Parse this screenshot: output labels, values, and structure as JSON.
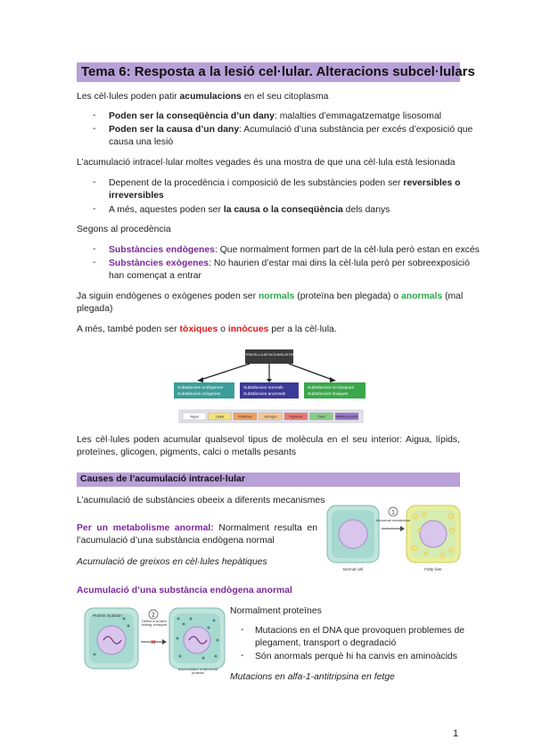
{
  "title": "Tema 6: Resposta a la lesió cel·lular. Alteracions subcel·lulars",
  "p1": {
    "a": "Les cèl·lules poden patir ",
    "b": "acumulacions",
    "c": " en el seu citoplasma"
  },
  "b1": {
    "a": "Poden ser la conseqüència d’un dany",
    "b": ": malalties d’emmagatzematge lisosomal"
  },
  "b2": {
    "a": "Poden ser la causa d’un dany",
    "b": ": Acumulació d’una substància per excés d’exposició que",
    "c": "causa una lesió"
  },
  "p2": "L’acumulació intracel·lular moltes vegades és una mostra de que una cèl·lula està lesionada",
  "b3": {
    "a": "Depenent de la procedència i composició de les substàncies poden ser ",
    "b": "reversibles o",
    "c": "irreversibles"
  },
  "b4": {
    "a": "A més, aquestes poden ser ",
    "b": "la causa o la conseqüència",
    "c": " dels danys"
  },
  "p3": "Segons al procedència",
  "b5": {
    "a": "Substàncies endògenes",
    "b": ": Que normalment formen part de la cèl·lula però estan en excés"
  },
  "b6": {
    "a": "Substàncies exògenes",
    "b": ": No haurien d’estar mai dins la cèl·lula però per sobreexposició",
    "c": "han començat a entrar"
  },
  "p4": {
    "a": "Ja siguin endògenes o exògenes poden ser ",
    "b": "normals",
    "c": " (proteïna ben plegada) o ",
    "d": "anormals",
    "e": " (mal",
    "f": "plegada)"
  },
  "p5": {
    "a": "A més, també poden ser ",
    "b": "tòxiques",
    "c": " o ",
    "d": "innòcues",
    "e": " per a la cèl·lula."
  },
  "diagram": {
    "top": "INTRACELLULAR ACCUMULATIONS",
    "boxes": [
      {
        "l1": "Substàncies endògenes",
        "l2": "Substàncies exògenes",
        "color": "#3a9e9a"
      },
      {
        "l1": "Substàncies normals",
        "l2": "Substàncies anormals",
        "color": "#3a3a9a"
      },
      {
        "l1": "Substàncies no tòxiques",
        "l2": "Substàncies tòxiques",
        "color": "#3aa84a"
      }
    ],
    "strip": [
      {
        "t": "Aigua",
        "c": "#ffffff"
      },
      {
        "t": "Lípids",
        "c": "#f5e27a"
      },
      {
        "t": "Proteïnes",
        "c": "#f0a060"
      },
      {
        "t": "Glicogen",
        "c": "#f6c890"
      },
      {
        "t": "Pigments",
        "c": "#ee7777"
      },
      {
        "t": "Calci",
        "c": "#88cc88"
      },
      {
        "t": "Metalls pesants",
        "c": "#9a78c8"
      }
    ]
  },
  "p6": {
    "l1": "Les cèl·lules poden acumular qualsevol tipus de molècula en el seu interior: Aigua, lípids,",
    "l2": "proteïnes, glicogen, pigments, calci o metalls pesants"
  },
  "sec": "Causes de l’acumulació intracel·lular",
  "p7": "L’acumulació de substàncies obeeix a diferents mecanismes",
  "p8": {
    "a": "Per un metabolisme anormal:",
    "b": " Normalment resulta en",
    "c": "l’acumulació d’una substància endògena normal"
  },
  "p9": "Acumulació de greixos en cèl·lules hepàtiques",
  "fig1": {
    "step": "1",
    "arrow_label": "Abnormal metabolism",
    "left": "Normal cell",
    "right": "Fatty liver"
  },
  "h2": "Acumulació d’una substància endògena anormal",
  "fig2": {
    "top": "Protein mutation",
    "step": "2",
    "mid": "Defect in protein folding, transport",
    "bottom": "Accumulation of abnormal proteins"
  },
  "p10": "Normalment proteïnes",
  "b7": {
    "a": "Mutacions en el DNA que provoquen problemes de",
    "b": "plegament, transport o degradació"
  },
  "b8": "Són anormals perquè hi ha canvis en aminoàcids",
  "p11": "Mutacions en alfa-1-antitripsina en fetge",
  "page": "1"
}
